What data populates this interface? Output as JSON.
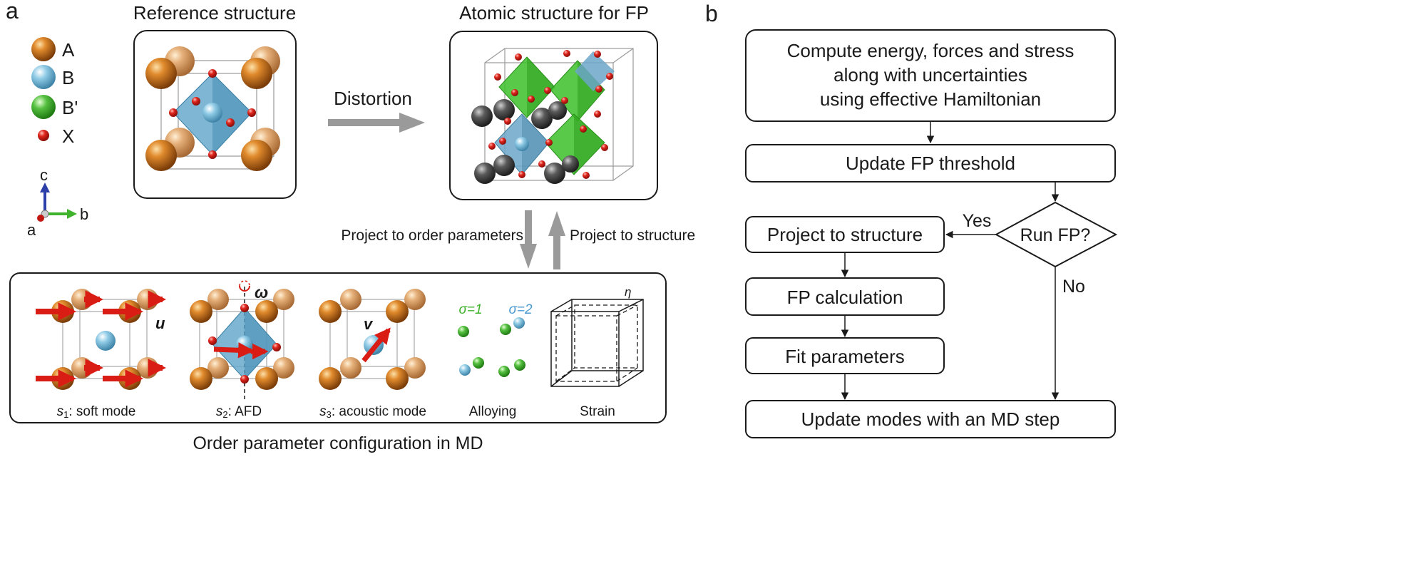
{
  "panel_a": {
    "label": "a",
    "legend": [
      {
        "key": "A",
        "color": "#c8731f"
      },
      {
        "key": "B",
        "color": "#86c4e0"
      },
      {
        "key": "B'",
        "color": "#4cb83c"
      },
      {
        "key": "X",
        "color": "#d9241f"
      }
    ],
    "axes": {
      "c": "c",
      "b": "b",
      "a": "a"
    },
    "reference_title": "Reference structure",
    "fp_title": "Atomic structure for FP",
    "distortion_label": "Distortion",
    "project_to_order": "Project to order parameters",
    "project_to_structure": "Project to structure",
    "modes": [
      {
        "sym": "s",
        "sub": "1",
        "rest": ": soft mode",
        "vec": "u"
      },
      {
        "sym": "s",
        "sub": "2",
        "rest": ": AFD",
        "vec": "ω"
      },
      {
        "sym": "s",
        "sub": "3",
        "rest": ": acoustic mode",
        "vec": "v"
      },
      {
        "label": "Alloying",
        "sigma1": "σ=1",
        "sigma2": "σ=2"
      },
      {
        "label": "Strain",
        "vec": "η"
      }
    ],
    "caption": "Order parameter configuration in MD"
  },
  "panel_b": {
    "label": "b",
    "steps": {
      "compute": [
        "Compute energy, forces and stress",
        "along with uncertainties",
        "using effective Hamiltonian"
      ],
      "threshold": "Update FP threshold",
      "decision": "Run FP?",
      "yes": "Yes",
      "no": "No",
      "project": "Project to structure",
      "fp_calc": "FP calculation",
      "fit": "Fit parameters",
      "update": "Update modes with an MD step"
    }
  }
}
